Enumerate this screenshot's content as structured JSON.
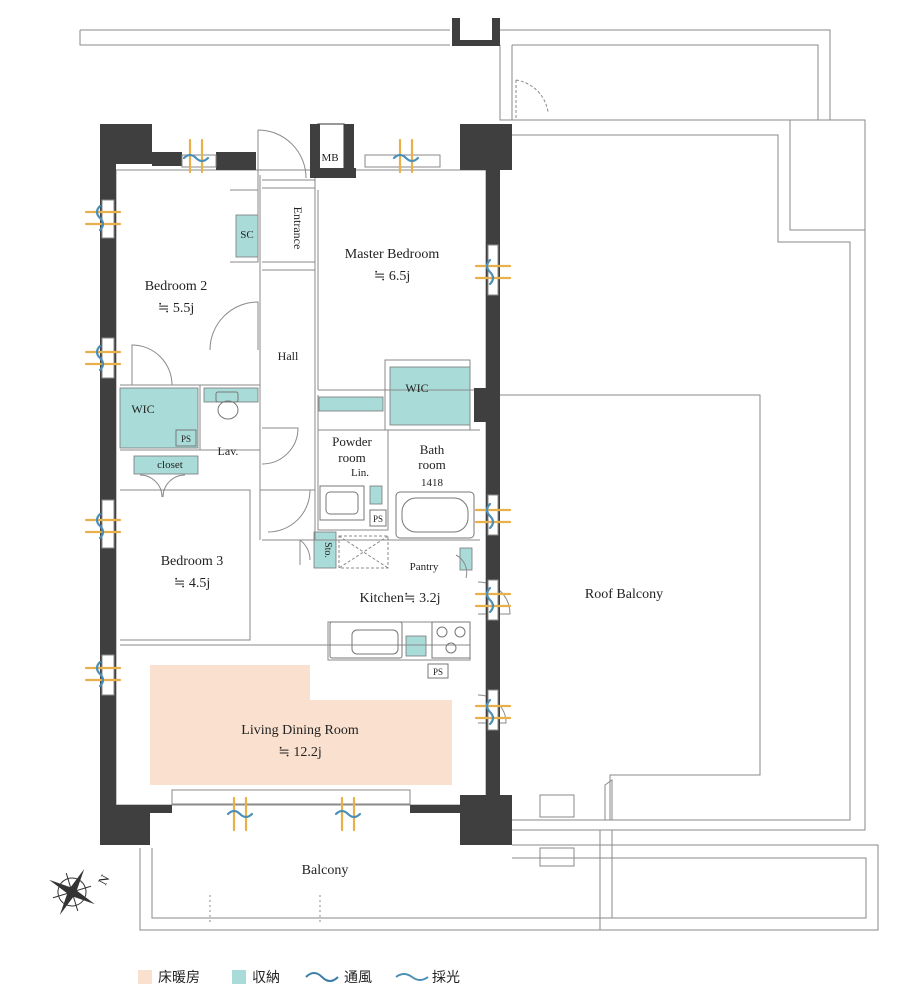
{
  "colors": {
    "wall": "#3f3f3f",
    "line": "#8a8a8a",
    "floor_heating": "#f9e0cf",
    "storage": "#a9dcd8",
    "ventilation": "#e8b04a",
    "daylight": "#4a8fb8"
  },
  "rooms": {
    "master_bedroom": {
      "name": "Master Bedroom",
      "size": "≒ 6.5j"
    },
    "bedroom2": {
      "name": "Bedroom 2",
      "size": "≒ 5.5j"
    },
    "bedroom3": {
      "name": "Bedroom 3",
      "size": "≒ 4.5j"
    },
    "living": {
      "name": "Living Dining Room",
      "size": "≒ 12.2j"
    },
    "kitchen": "Kitchen≒ 3.2j",
    "entrance": "Entrance",
    "hall": "Hall",
    "powder_line1": "Powder",
    "powder_line2": "room",
    "bath_line1": "Bath",
    "bath_line2": "room",
    "bath_size": "1418",
    "roof_balcony": "Roof Balcony",
    "balcony": "Balcony"
  },
  "labels": {
    "mb": "MB",
    "sc": "SC",
    "wic": "WIC",
    "wic_master": "WIC",
    "ps1": "PS",
    "ps2": "PS",
    "ps3": "PS",
    "lav": "Lav.",
    "closet": "closet",
    "lin": "Lin.",
    "sto": "Sto.",
    "pantry": "Pantry"
  },
  "compass": {
    "letter": "N",
    "icon": "compass-rose-icon"
  },
  "legend": [
    {
      "label": "床暖房",
      "icon": "floor-heating-swatch"
    },
    {
      "label": "収納",
      "icon": "storage-swatch"
    },
    {
      "label": "通風",
      "icon": "ventilation-wave-icon"
    },
    {
      "label": "採光",
      "icon": "daylight-wave-icon"
    }
  ]
}
